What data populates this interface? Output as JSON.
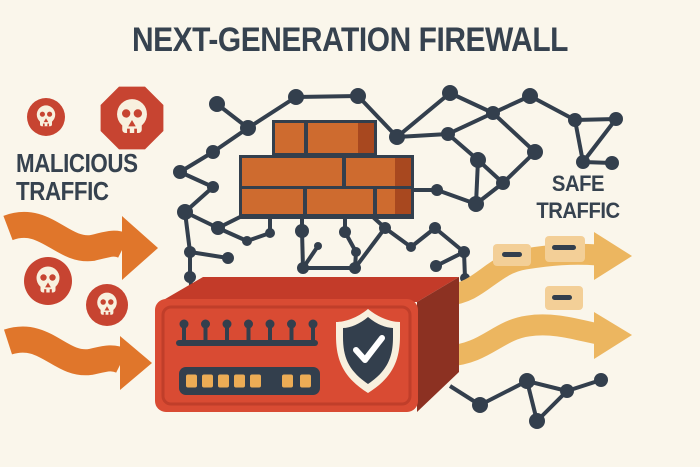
{
  "title": "NEXT-GENERATION FIREWALL",
  "left_label": {
    "line1": "MALICIOUS",
    "line2": "TRAFFIC"
  },
  "right_label": {
    "line1": "SAFE",
    "line2": "TRAFFIC"
  },
  "icons": {
    "skull": "skull-icon",
    "shield_check": "shield-check-icon",
    "brick_wall": "brick-wall-icon",
    "network": "network-graph",
    "packet_chip": "packet-chip-icon",
    "flow_arrow": "flow-arrow-icon"
  },
  "colors": {
    "bg": "#FAF6EB",
    "ink": "#36424F",
    "navy": "#333F4D",
    "brick": "#CE6B2F",
    "brick_shade": "#A8481F",
    "box_red": "#D94B33",
    "box_top": "#C33B29",
    "box_inner_line": "#C03E2A",
    "box_side": "#8C3122",
    "arrow_orange": "#E0762B",
    "arrow_yellow": "#ECB660",
    "chip": "#F3CF97",
    "led": "#ECAC55",
    "badge": "#C74431",
    "cream": "#F8F0DE"
  }
}
